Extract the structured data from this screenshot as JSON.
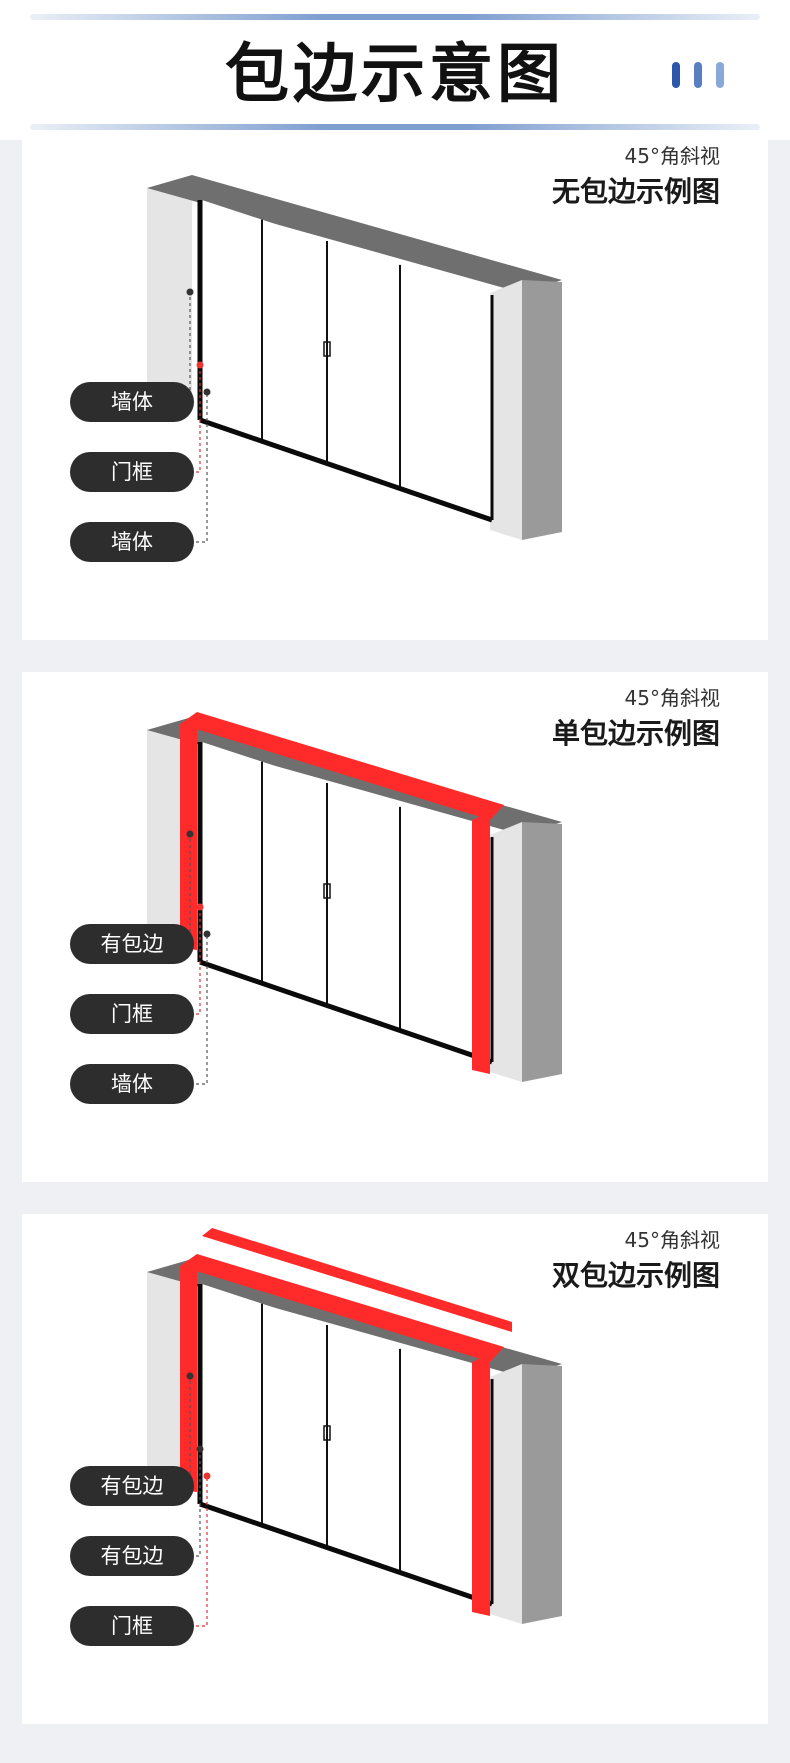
{
  "header": {
    "title": "包边示意图",
    "dot_colors": [
      "#2d57a8",
      "#5a7fc0",
      "#8aa8d8"
    ]
  },
  "panels": [
    {
      "subtitle": "45°角斜视",
      "title": "无包边示例图",
      "labels": [
        "墙体",
        "门框",
        "墙体"
      ],
      "variant": "none"
    },
    {
      "subtitle": "45°角斜视",
      "title": "单包边示例图",
      "labels": [
        "有包边",
        "门框",
        "墙体"
      ],
      "variant": "single"
    },
    {
      "subtitle": "45°角斜视",
      "title": "双包边示例图",
      "labels": [
        "有包边",
        "有包边",
        "门框"
      ],
      "variant": "double"
    }
  ],
  "colors": {
    "trim_red": "#ff2a2a",
    "wall_light": "#e5e5e5",
    "wall_top": "#6f6f6f",
    "wall_side": "#9a9a9a",
    "frame_black": "#0a0a0a",
    "pill_bg": "#2d2d2d"
  }
}
